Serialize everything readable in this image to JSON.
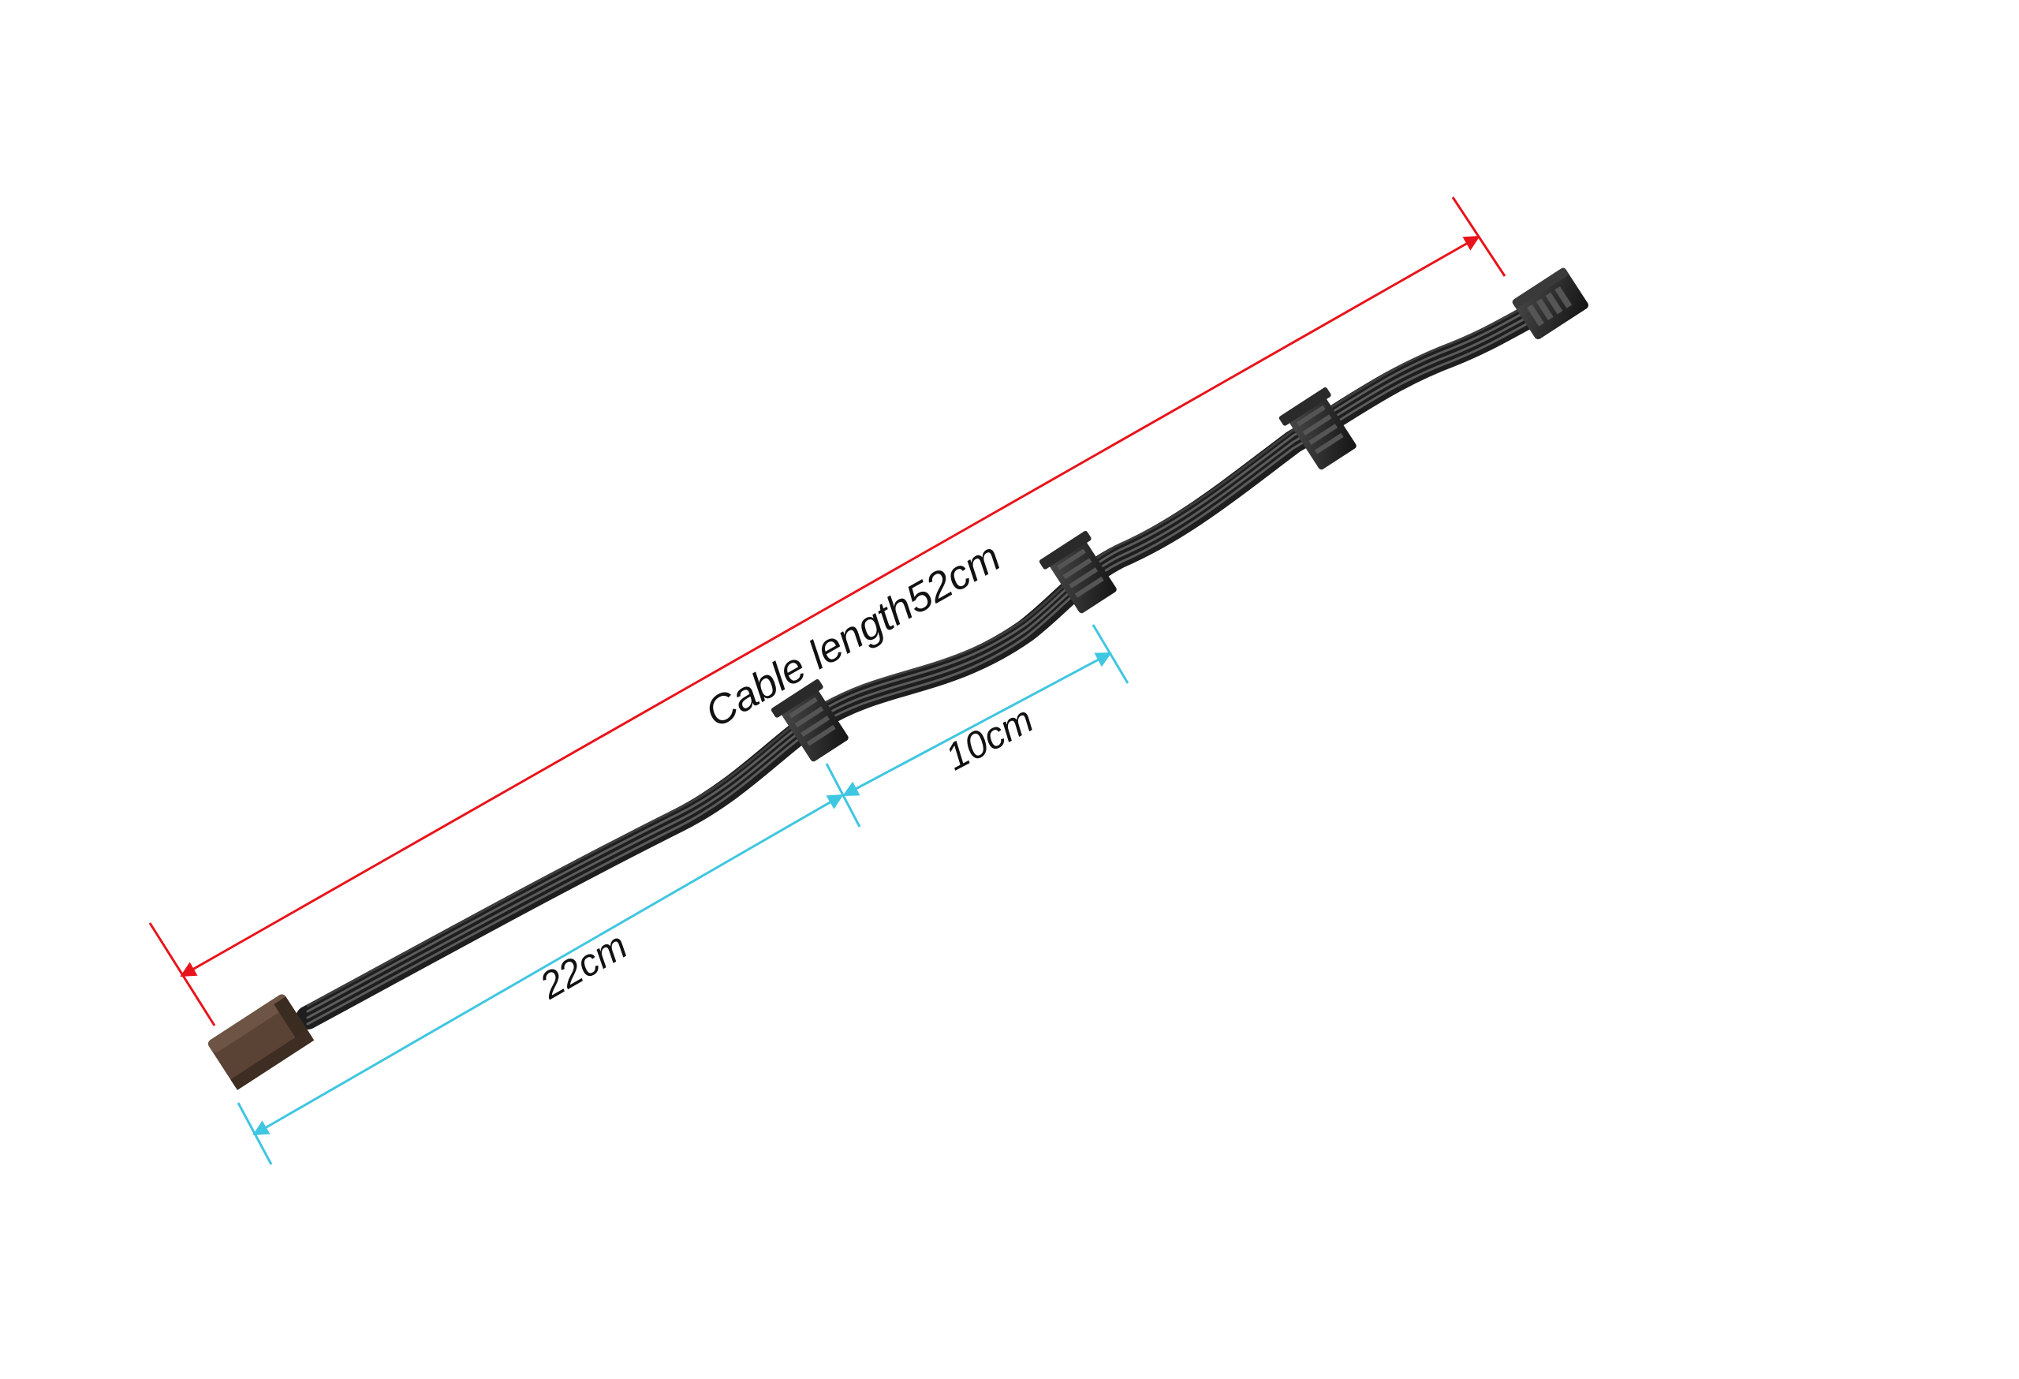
{
  "product": {
    "name": "5-connector black ribbon cable (1 input, 4 outputs)",
    "cable_color": "#2b2b2b",
    "input_connector_color": "#5a4335"
  },
  "measurements": {
    "total": {
      "label": "Cable length52cm",
      "color": "#e8141b"
    },
    "segment_first": {
      "label": "22cm",
      "color": "#3fc6e0"
    },
    "segment_spacing": {
      "label": "10cm",
      "color": "#3fc6e0"
    }
  }
}
